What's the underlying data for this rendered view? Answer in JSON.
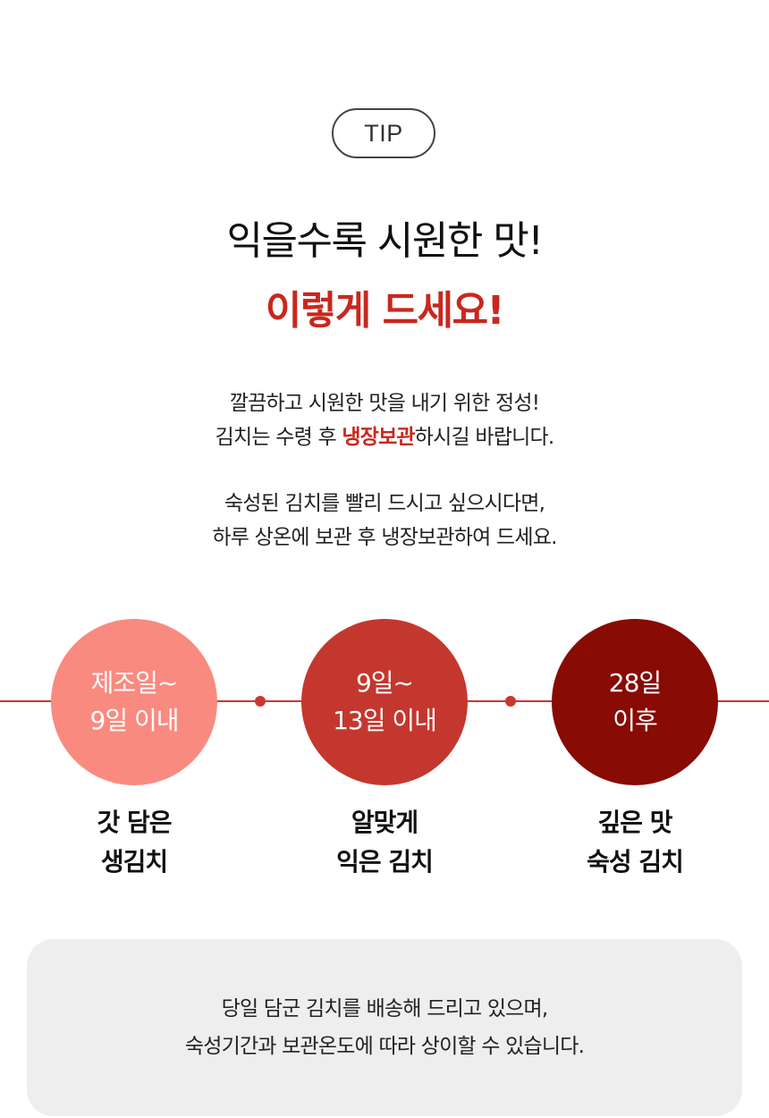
{
  "badge": {
    "label": "TIP"
  },
  "headline": {
    "line1": "익을수록 시원한 맛!",
    "line2": "이렇게 드세요!"
  },
  "intro": {
    "p1_line1": "깔끔하고 시원한 맛을 내기 위한 정성!",
    "p1_line2_before": "김치는 수령 후 ",
    "p1_line2_highlight": "냉장보관",
    "p1_line2_after": "하시길 바랍니다.",
    "p2_line1": "숙성된 김치를 빨리 드시고 싶으시다면,",
    "p2_line2": "하루 상온에 보관 후 냉장보관하여 드세요."
  },
  "colors": {
    "accent_red": "#c8281e",
    "timeline_line": "#c9382f",
    "stage1": "#f98a80",
    "stage2": "#c4372e",
    "stage3": "#880b04",
    "note_bg": "#eeeeee"
  },
  "timeline": {
    "stages": [
      {
        "period_line1": "제조일~",
        "period_line2": "9일 이내",
        "label_line1": "갓 담은",
        "label_line2": "생김치"
      },
      {
        "period_line1": "9일~",
        "period_line2": "13일 이내",
        "label_line1": "알맞게",
        "label_line2": "익은 김치"
      },
      {
        "period_line1": "28일",
        "period_line2": "이후",
        "label_line1": "깊은 맛",
        "label_line2": "숙성 김치"
      }
    ]
  },
  "note": {
    "line1": "당일 담군 김치를 배송해 드리고 있으며,",
    "line2": "숙성기간과 보관온도에 따라 상이할 수 있습니다."
  }
}
